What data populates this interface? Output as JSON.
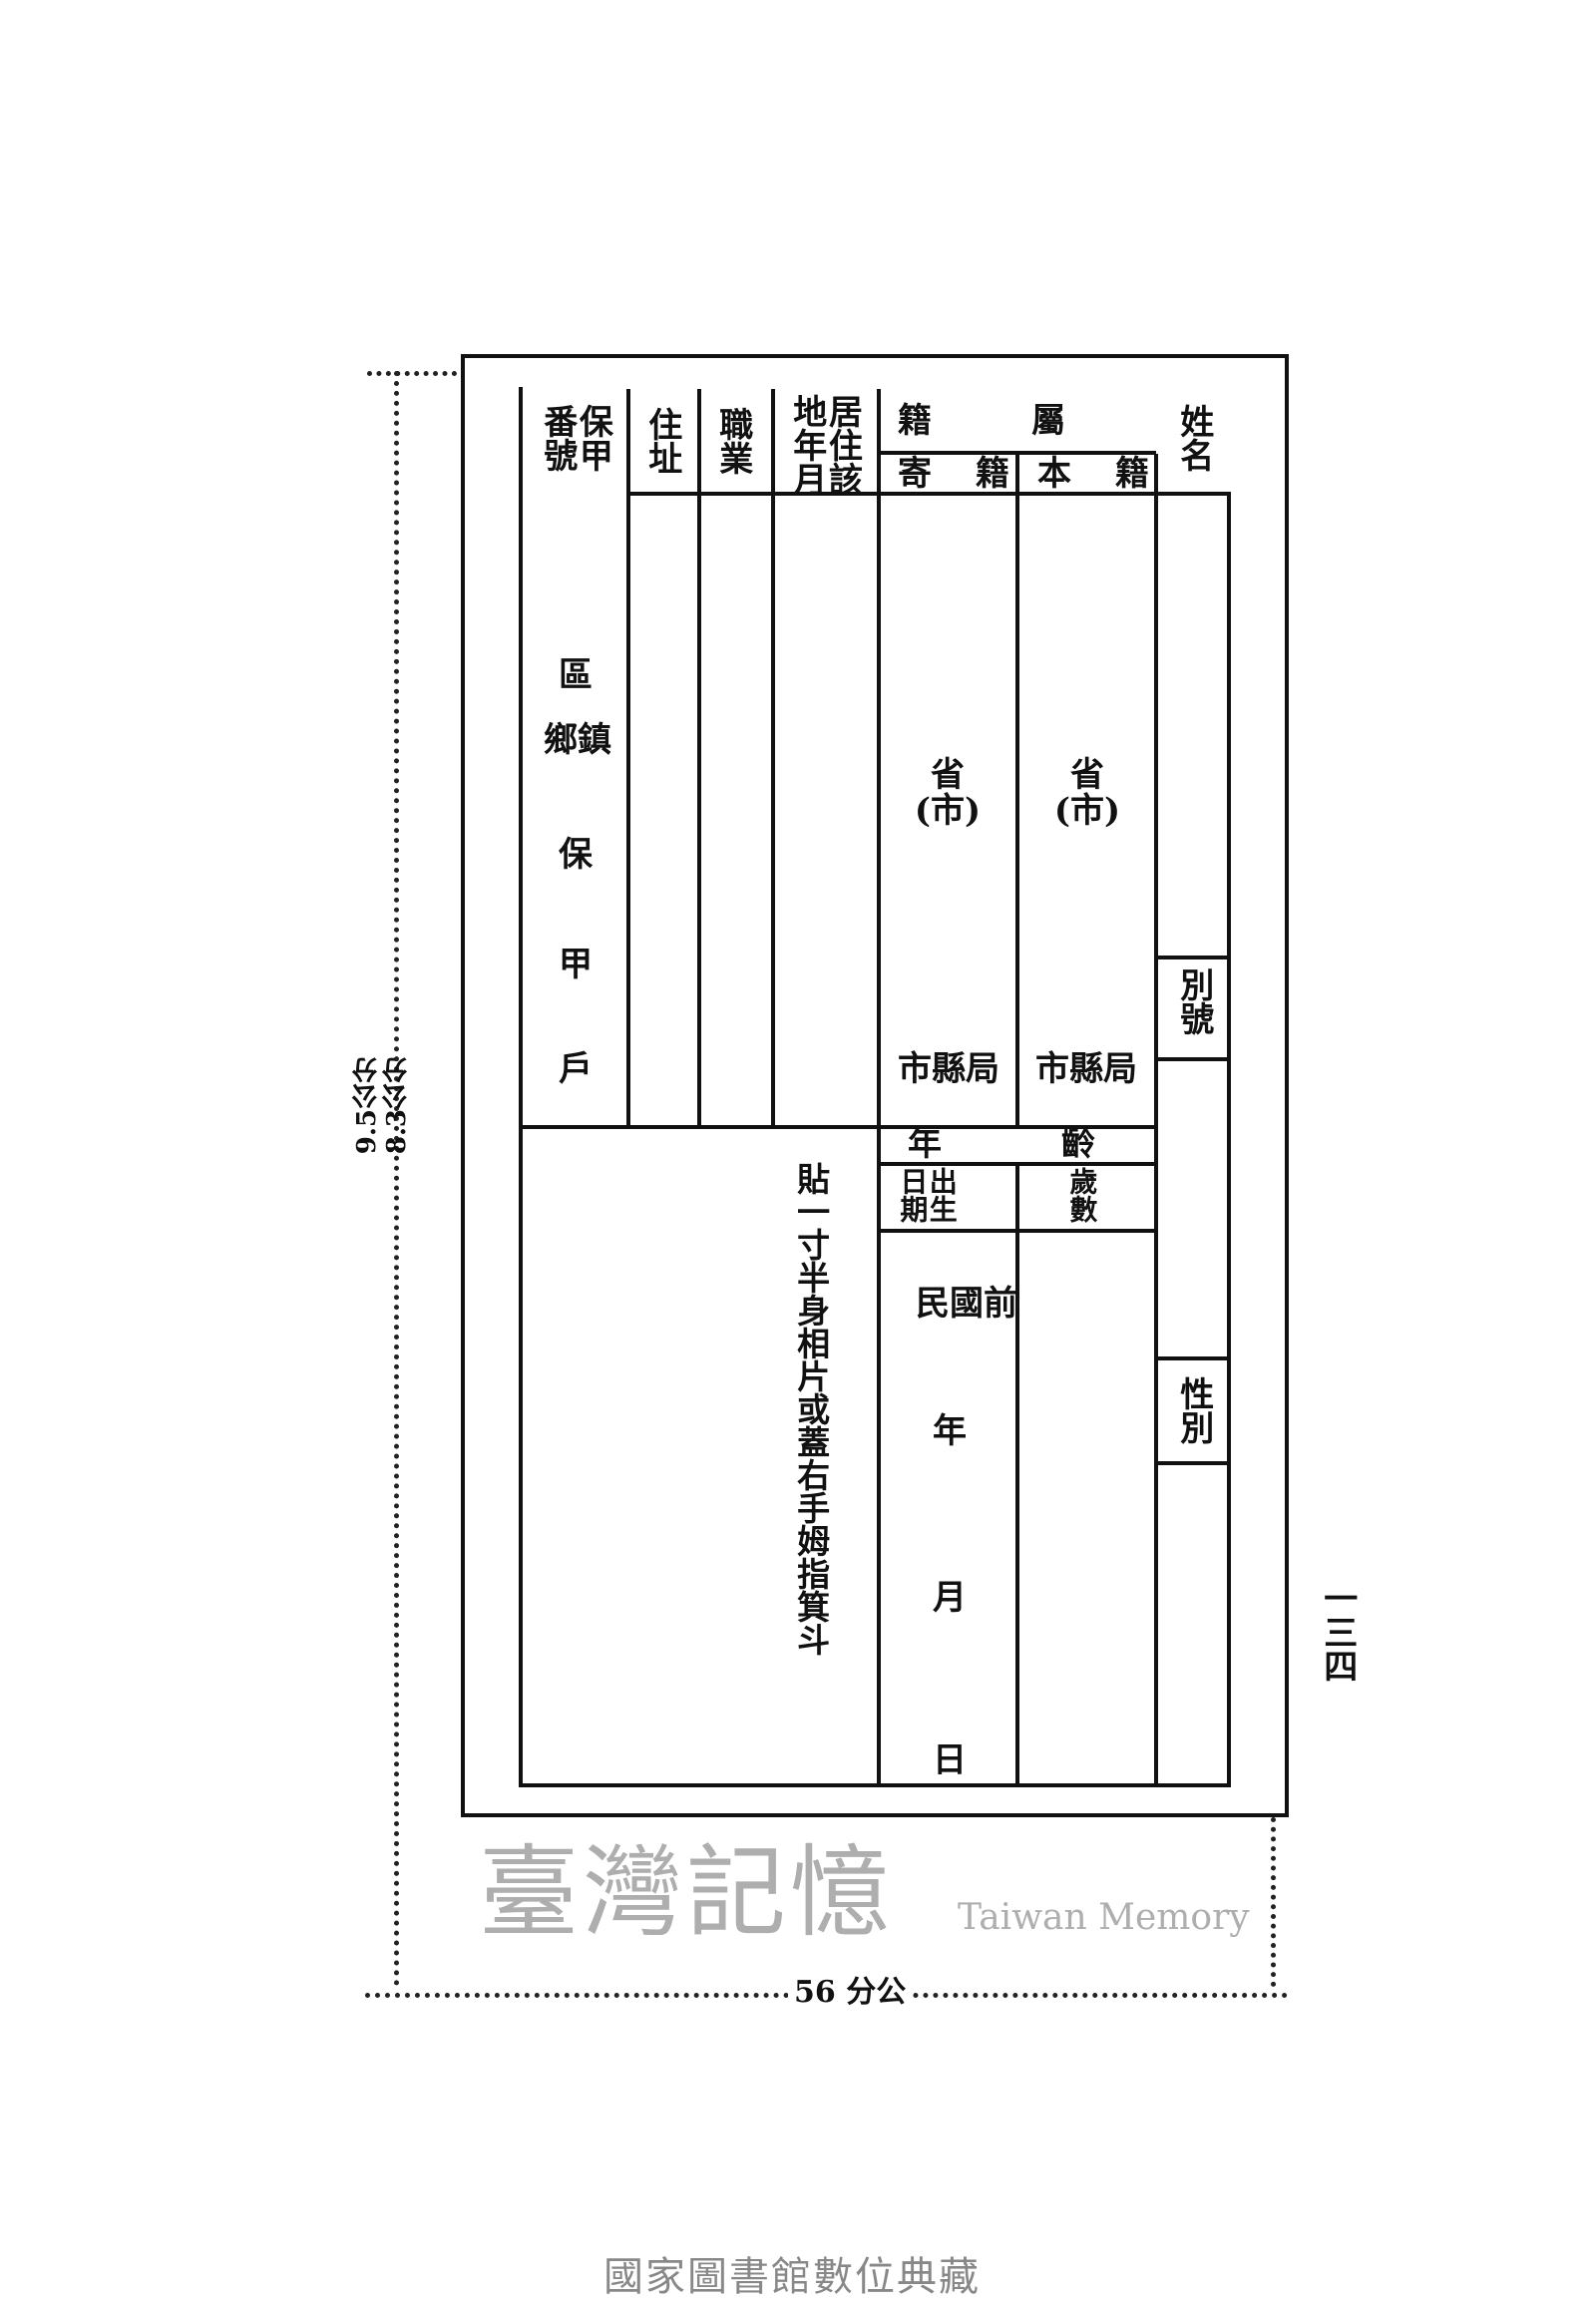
{
  "measures": {
    "height_outer": "9.5公分",
    "height_inner": "8.3公分",
    "width": "56 分公"
  },
  "headers": {
    "baojia_no": "保甲番號",
    "address": "住址",
    "occupation": "職業",
    "residence_since": "居住該地年月",
    "domicile": "籍屬",
    "domicile_temp": "寄籍",
    "domicile_origin": "本籍",
    "name": "姓名",
    "alias": "別號",
    "sex": "性別",
    "age": "年齡",
    "birth_date": "出生日期",
    "years": "歲數"
  },
  "baojia_fields": [
    "區",
    "鄉鎮",
    "保",
    "甲",
    "戶"
  ],
  "province_label": "省(市)",
  "county_label": "市縣局",
  "birth_fields": {
    "era": "民國前",
    "year": "年",
    "month": "月",
    "day": "日"
  },
  "photo_note": "貼一寸半身相片或蓋右手姆指箕斗",
  "page_number": "一三四",
  "watermark": {
    "cn": "臺灣記憶",
    "en": "Taiwan Memory"
  },
  "footer": "國家圖書館數位典藏"
}
